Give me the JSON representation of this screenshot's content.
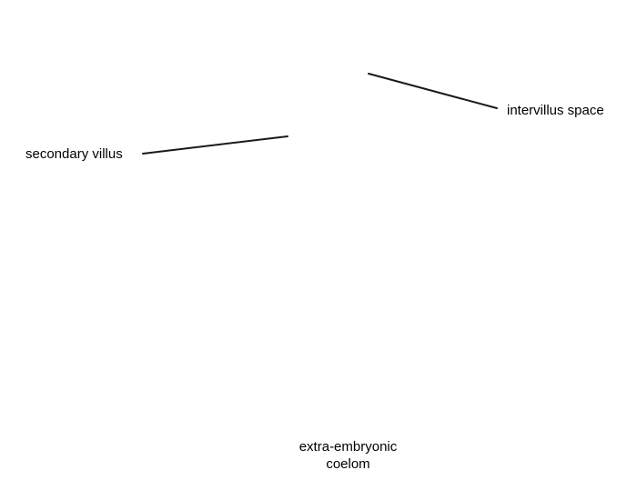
{
  "labels": {
    "intervillus_space": "intervillus space",
    "secondary_villus": "secondary villus",
    "extra_embryonic_line1": "extra-embryonic",
    "extra_embryonic_line2": "coelom"
  },
  "colors": {
    "background": "#ffffff",
    "text": "#000000",
    "leader_line": "#1a1a1a"
  }
}
